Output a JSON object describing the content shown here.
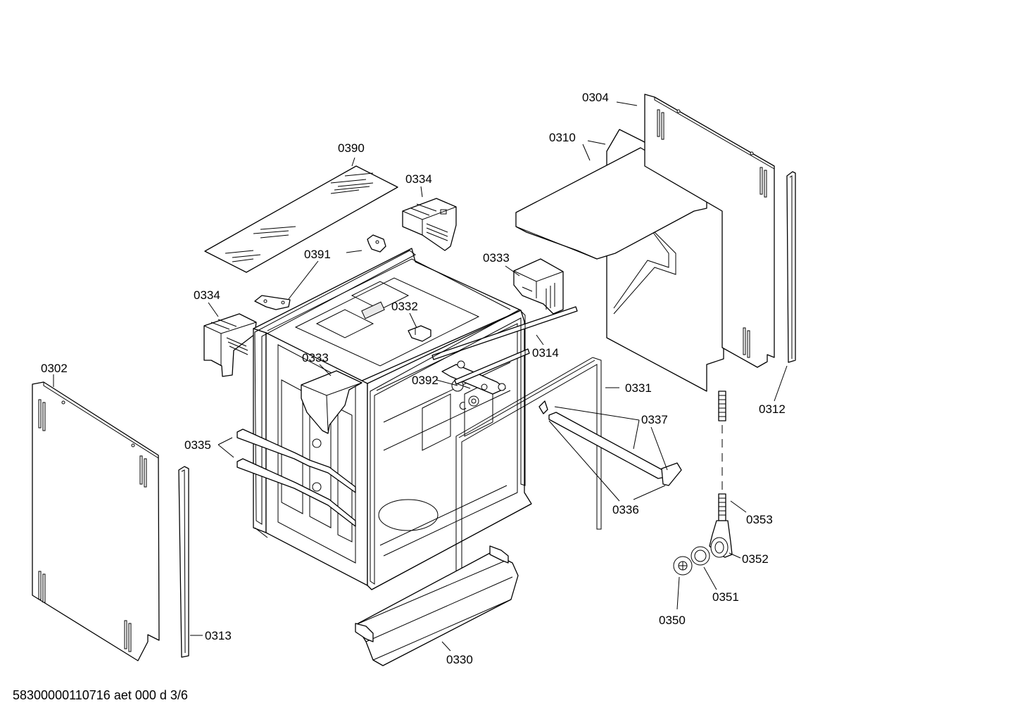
{
  "labels": {
    "l0304": "0304",
    "l0310": "0310",
    "l0390": "0390",
    "l0334a": "0334",
    "l0391": "0391",
    "l0333a": "0333",
    "l0334b": "0334",
    "l0332": "0332",
    "l0314": "0314",
    "l0333b": "0333",
    "l0392": "0392",
    "l0302": "0302",
    "l0331": "0331",
    "l0312": "0312",
    "l0337": "0337",
    "l0335": "0335",
    "l0336": "0336",
    "l0353": "0353",
    "l0352": "0352",
    "l0351": "0351",
    "l0350": "0350",
    "l0313": "0313",
    "l0330": "0330"
  },
  "footer": "58300000110716 aet 000 d 3/6"
}
